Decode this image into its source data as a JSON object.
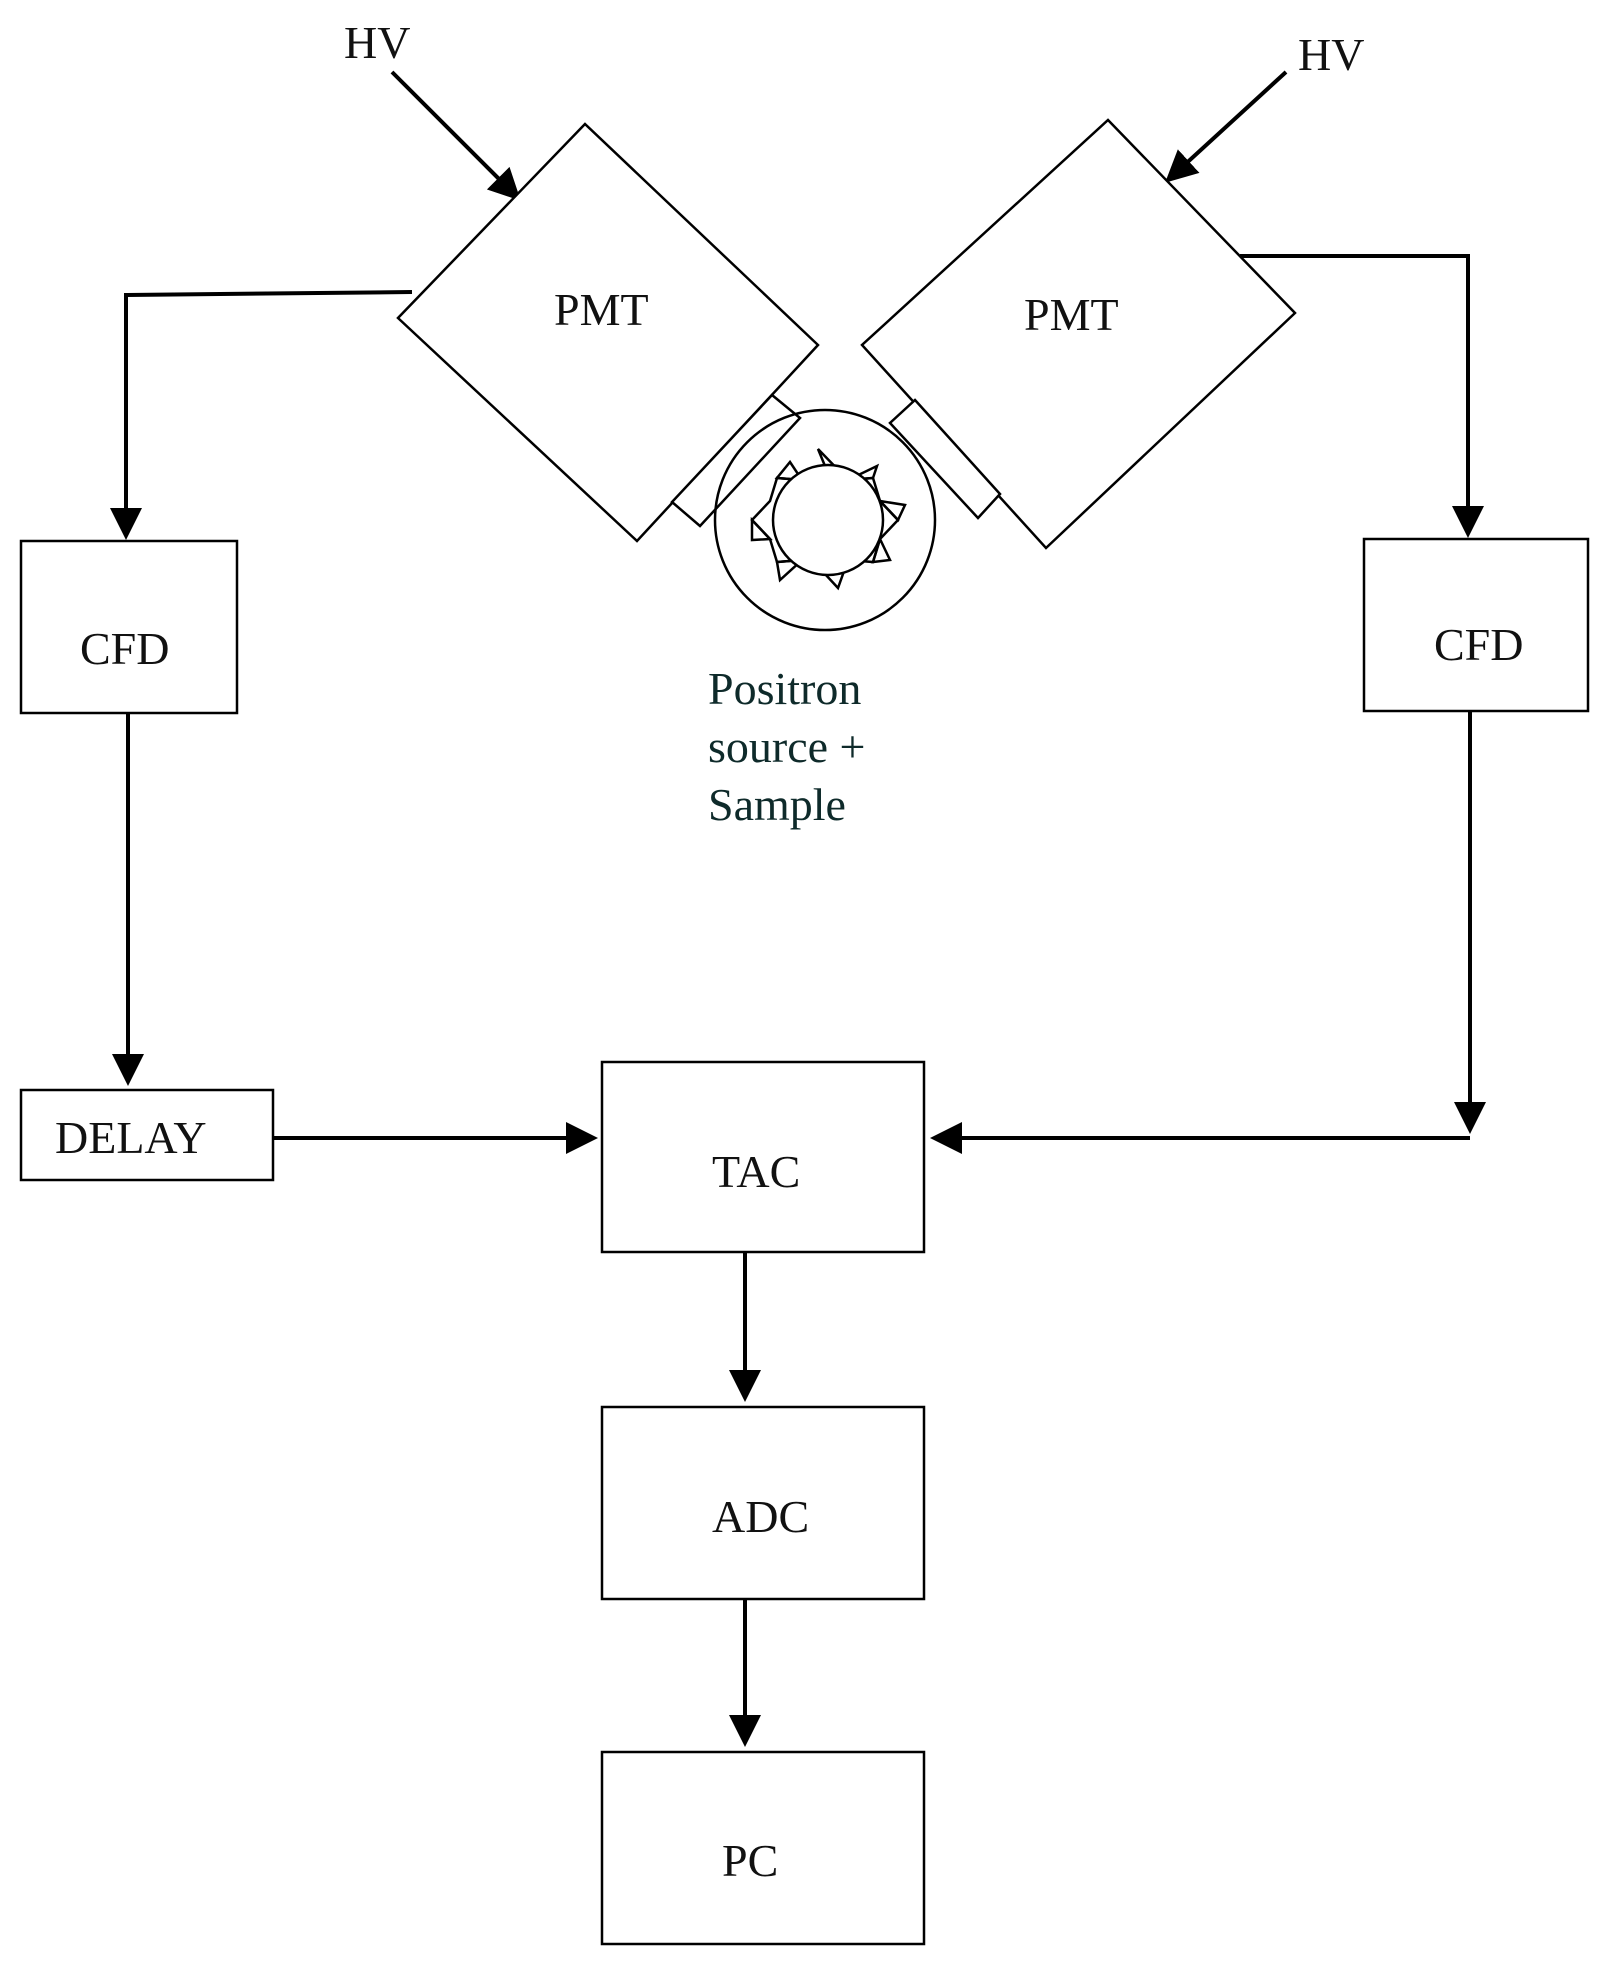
{
  "diagram": {
    "hv_left": "HV",
    "hv_right": "HV",
    "pmt_left": "PMT",
    "pmt_right": "PMT",
    "source_line1": "Positron",
    "source_line2": "source +",
    "source_line3": "Sample",
    "cfd_left": "CFD",
    "cfd_right": "CFD",
    "delay": "DELAY",
    "tac": "TAC",
    "adc": "ADC",
    "pc": "PC"
  }
}
